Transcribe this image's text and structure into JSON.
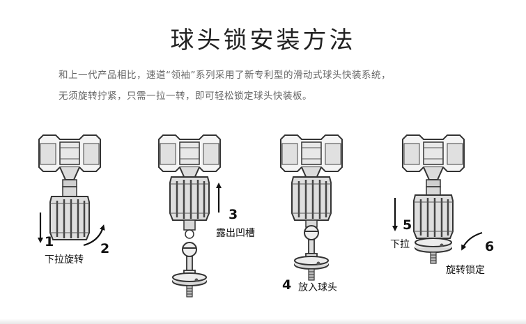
{
  "title": "球头锁安装方法",
  "description": {
    "line1": "和上一代产品相比，速道“领袖”系列采用了新专利型的滑动式球头快装系统，",
    "line2": "无须旋转拧紧，只需一拉一转，即可轻松锁定球头快装板。"
  },
  "steps": [
    {
      "number": "1",
      "label": "下拉旋转"
    },
    {
      "number": "2"
    },
    {
      "number": "3",
      "label": "露出凹槽"
    },
    {
      "number": "4",
      "label": "放入球头"
    },
    {
      "number": "5",
      "label": "下拉"
    },
    {
      "number": "6",
      "label": "旋转锁定"
    }
  ]
}
